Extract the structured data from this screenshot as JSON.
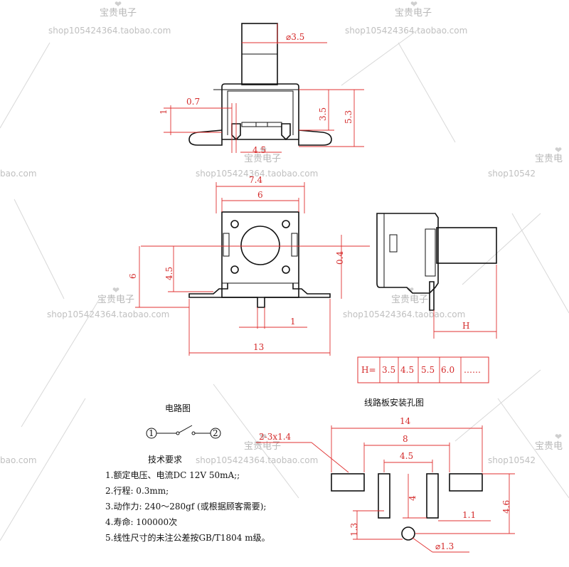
{
  "watermark": {
    "shop_name": "宝贵电子",
    "shop_url": "shop105424364.taobao.com",
    "shop_name_short": "宝贵电",
    "shop_url_left": "bao.com",
    "shop_url_right": "shop10542"
  },
  "dimensions": {
    "d35": "⌀3.5",
    "d07": "0.7",
    "d1_side": "1",
    "d35_height": "3.5",
    "d53": "5.3",
    "d45_bottom": "4.5",
    "d74": "7.4",
    "d6_top": "6",
    "d45_left": "4.5",
    "d6_left": "6",
    "d04": "0.4",
    "d1_bottom": "1",
    "d13": "13",
    "dH": "H"
  },
  "h_table": {
    "label": "H=",
    "values": [
      "3.5",
      "4.5",
      "5.5",
      "6.0",
      "……"
    ]
  },
  "circuit": {
    "title": "电路图",
    "pin1": "1",
    "pin2": "2"
  },
  "tech": {
    "title": "技术要求",
    "lines": [
      "1.额定电压、电流DC 12V 50mA;;",
      "2.行程: 0.3mm;",
      "3.动作力: 240～280gf (或根据顾客需要);",
      "4.寿命: 100000次",
      "5.线性尺寸的未注公差按GB/T1804 m级。"
    ]
  },
  "pcb": {
    "title": "线路板安装孔图",
    "holes_label": "2-3x1.4",
    "d14": "14",
    "d8": "8",
    "d45": "4.5",
    "d4": "4",
    "d46": "4.6",
    "d11": "1.1",
    "d13": "1.3",
    "d_hole": "⌀1.3"
  }
}
